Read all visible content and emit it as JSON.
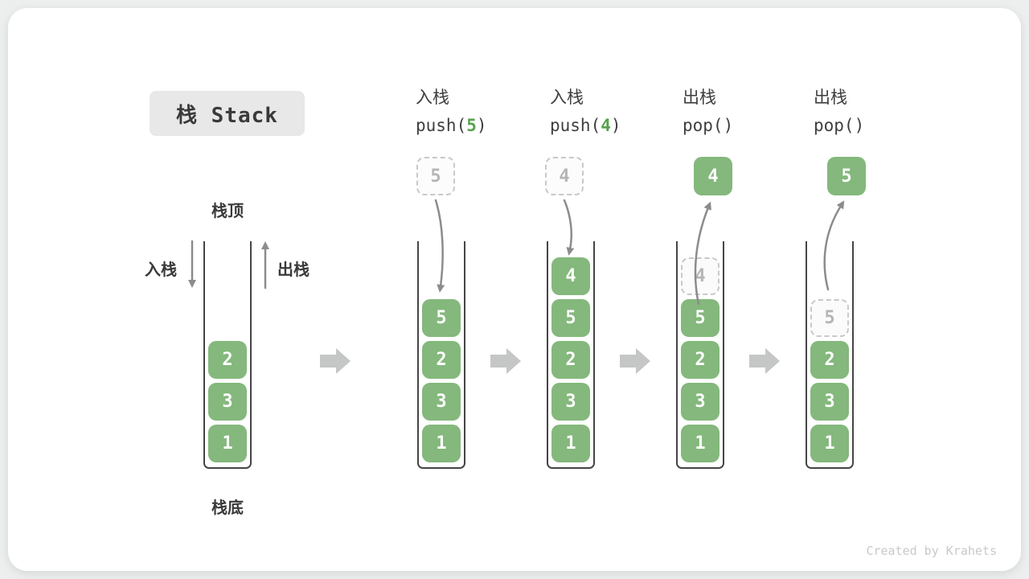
{
  "title": "栈 Stack",
  "watermark": "Created by Krahets",
  "colors": {
    "cell_green": "#84b87c",
    "accent_green": "#57a24e",
    "flow_arrow_gray": "#8c8c8c",
    "step_arrow_gray": "#c4c7c5",
    "ghost_gray": "#b5b5b5",
    "background": "#ecefee"
  },
  "initial": {
    "top_label": "栈顶",
    "bottom_label": "栈底",
    "push_label": "入栈",
    "pop_label": "出栈",
    "cells": [
      "2",
      "3",
      "1"
    ]
  },
  "steps": [
    {
      "title_zh": "入栈",
      "code_prefix": "push(",
      "code_arg": "5",
      "code_suffix": ")",
      "floating": {
        "value": "5",
        "variant": "ghost"
      },
      "cells": [
        "5",
        "2",
        "3",
        "1"
      ]
    },
    {
      "title_zh": "入栈",
      "code_prefix": "push(",
      "code_arg": "4",
      "code_suffix": ")",
      "floating": {
        "value": "4",
        "variant": "ghost"
      },
      "cells": [
        "4",
        "5",
        "2",
        "3",
        "1"
      ]
    },
    {
      "title_zh": "出栈",
      "code_prefix": "pop(",
      "code_arg": "",
      "code_suffix": ")",
      "floating": {
        "value": "4",
        "variant": "solid"
      },
      "cells": [
        "4",
        "5",
        "2",
        "3",
        "1"
      ],
      "popped_index": 0
    },
    {
      "title_zh": "出栈",
      "code_prefix": "pop(",
      "code_arg": "",
      "code_suffix": ")",
      "floating": {
        "value": "5",
        "variant": "solid"
      },
      "cells": [
        "5",
        "2",
        "3",
        "1"
      ],
      "popped_index": 0
    }
  ]
}
